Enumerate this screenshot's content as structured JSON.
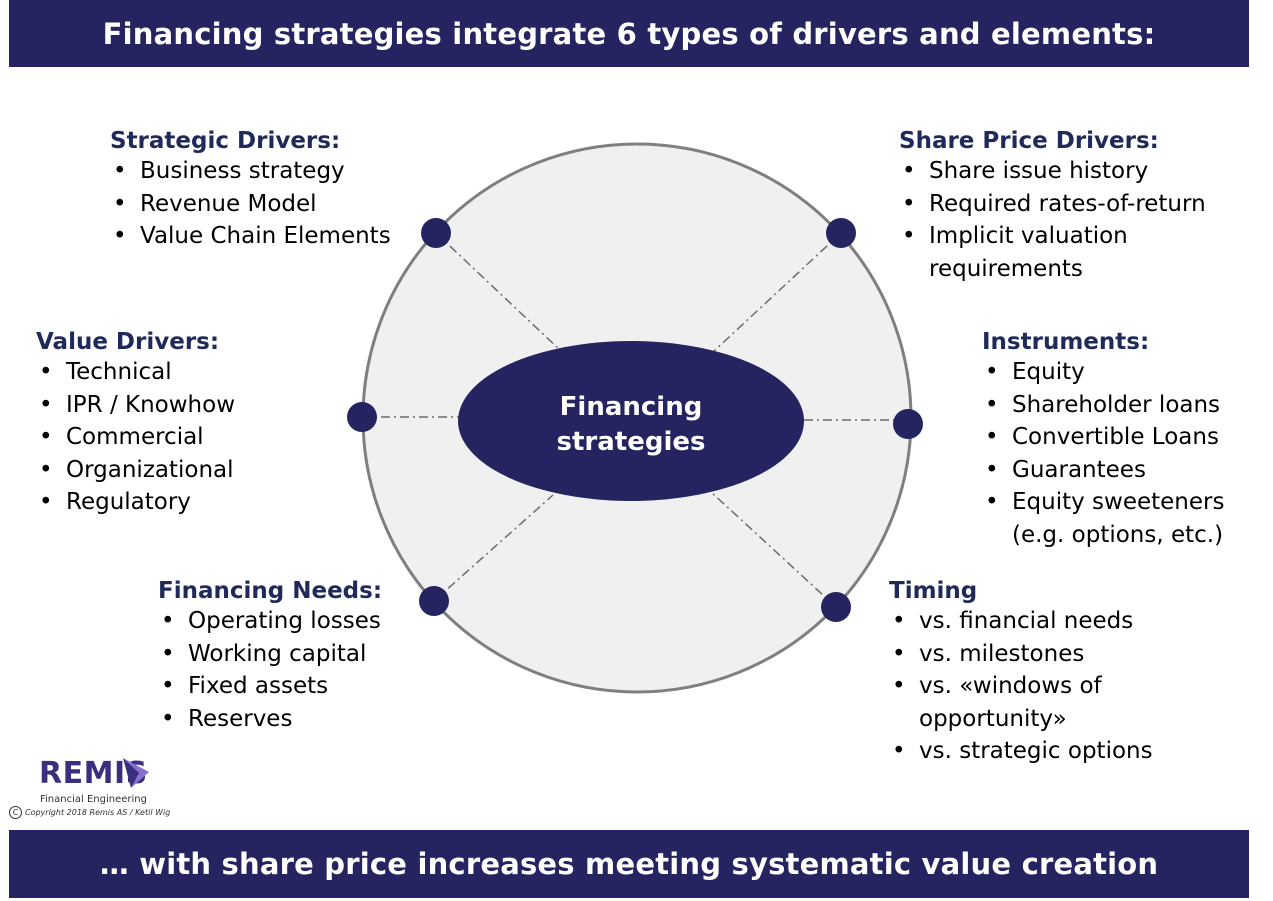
{
  "header": {
    "title": "Financing strategies integrate 6 types of drivers and elements:"
  },
  "footer": {
    "title": "… with share price increases meeting systematic value creation"
  },
  "center": {
    "line1": "Financing",
    "line2": "strategies"
  },
  "groups": {
    "strategic": {
      "title": "Strategic Drivers:",
      "items": [
        "Business strategy",
        "Revenue Model",
        "Value Chain Elements"
      ]
    },
    "value": {
      "title": "Value Drivers:",
      "items": [
        "Technical",
        "IPR / Knowhow",
        "Commercial",
        "Organizational",
        "Regulatory"
      ]
    },
    "needs": {
      "title": "Financing Needs:",
      "items": [
        "Operating losses",
        "Working capital",
        "Fixed assets",
        "Reserves"
      ]
    },
    "share": {
      "title": "Share Price Drivers:",
      "items": [
        "Share issue history",
        "Required rates-of-return",
        "Implicit valuation",
        "requirements"
      ]
    },
    "instruments": {
      "title": "Instruments:",
      "items": [
        "Equity",
        "Shareholder loans",
        "Convertible Loans",
        "Guarantees",
        "Equity sweeteners",
        "(e.g. options, etc.)"
      ]
    },
    "timing": {
      "title": "Timing",
      "items": [
        "vs. financial needs",
        "vs. milestones",
        "vs. «windows of",
        "opportunity»",
        "vs. strategic options"
      ]
    }
  },
  "logo": {
    "name": "REMIS",
    "subtitle": "Financial Engineering",
    "copyright": "Copyright  2018 Remis AS / Ketil Wig",
    "copyright_symbol": "C"
  },
  "colors": {
    "navy": "#252461",
    "heading": "#1f2a5a",
    "circle_fill": "#f0f0f0",
    "circle_stroke": "#7f7f7f"
  }
}
